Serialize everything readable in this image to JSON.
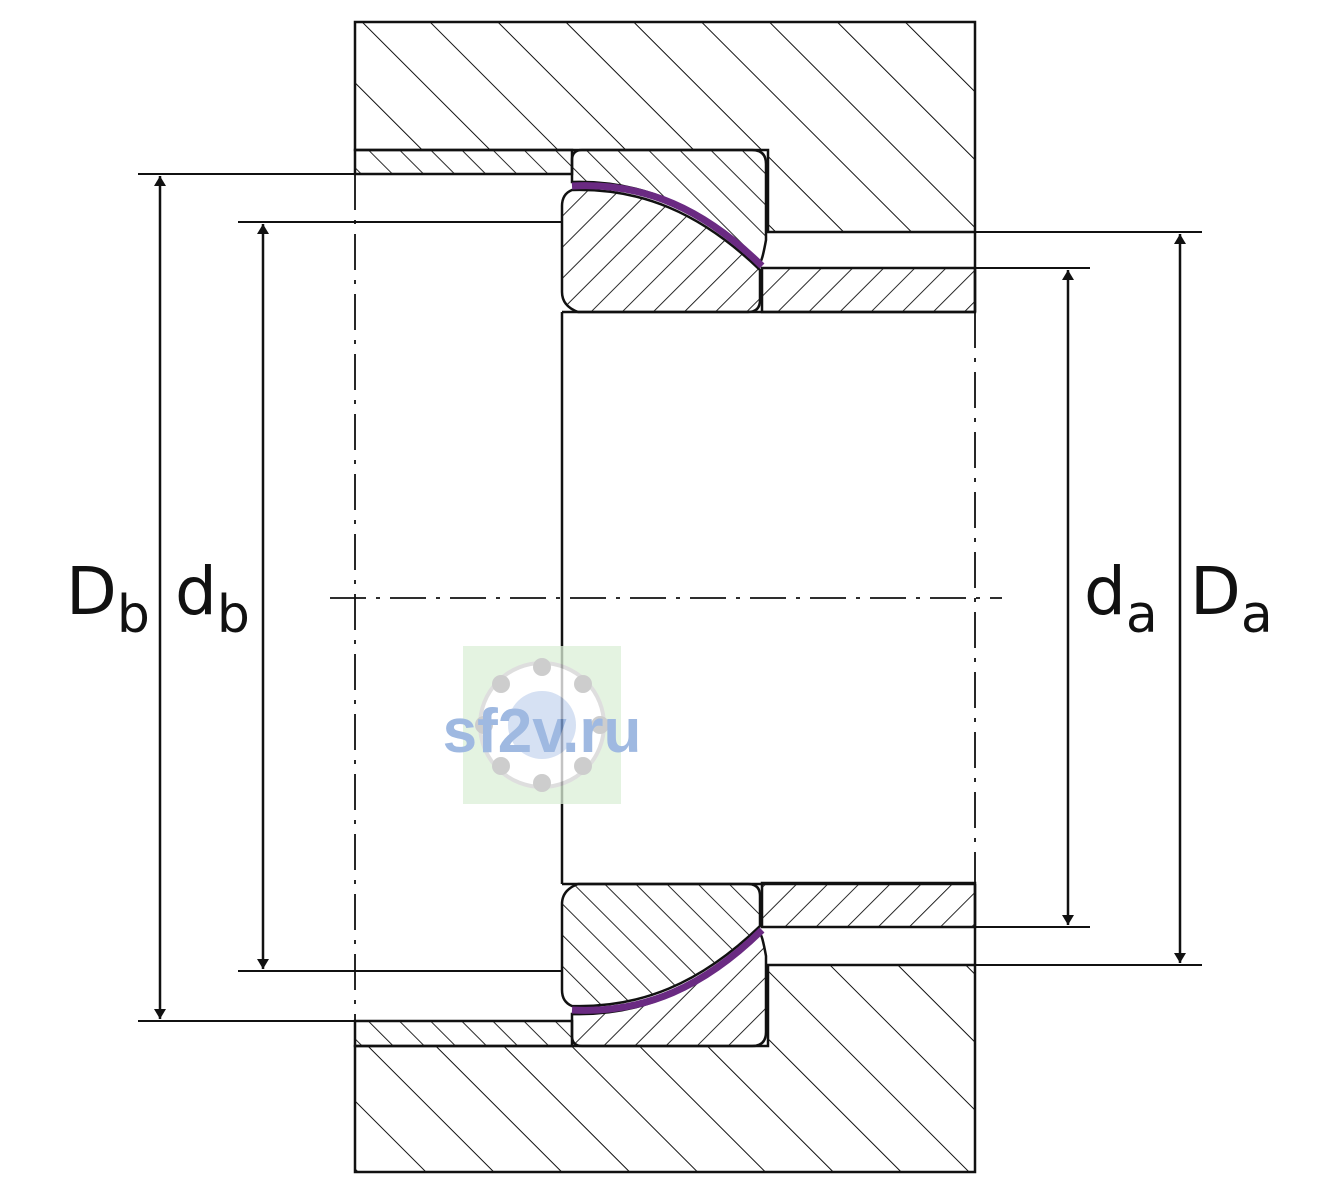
{
  "labels": {
    "Db": {
      "main": "D",
      "sub": "b"
    },
    "db": {
      "main": "d",
      "sub": "b"
    },
    "da": {
      "main": "d",
      "sub": "a"
    },
    "Da": {
      "main": "D",
      "sub": "a"
    }
  },
  "watermark": "sf2v.ru",
  "colors": {
    "line": "#111111",
    "sliding_layer": "#6a2a82",
    "watermark_text": "#7fa2d8",
    "watermark_bg": "#dcefd8"
  }
}
